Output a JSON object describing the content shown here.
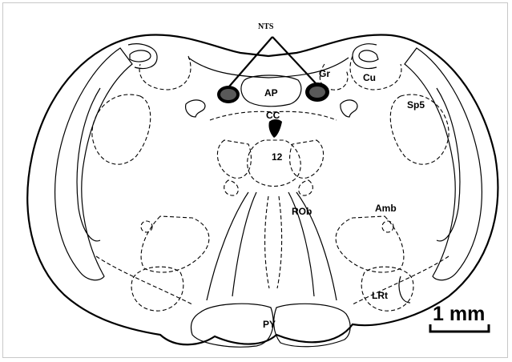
{
  "labels": {
    "nts": "NTS",
    "ap": "AP",
    "gr": "Gr",
    "cu": "Cu",
    "sp5": "Sp5",
    "cc": "CC",
    "hypoglossal": "12",
    "rob": "ROb",
    "amb": "Amb",
    "lrt": "LRt",
    "py": "PY"
  },
  "scale_bar": {
    "label": "1 mm"
  },
  "colors": {
    "ink": "#000000",
    "background": "#ffffff",
    "frame": "#c8c8c8"
  }
}
